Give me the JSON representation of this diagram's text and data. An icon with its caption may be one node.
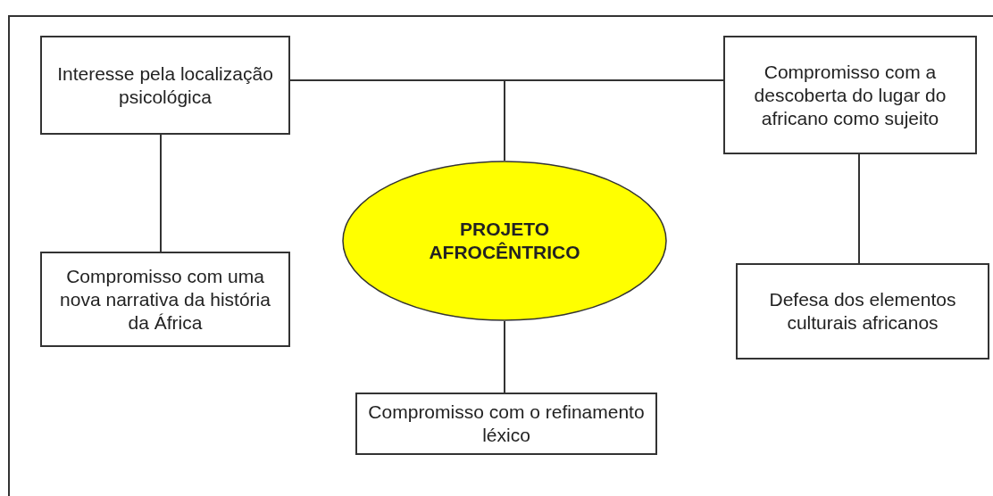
{
  "diagram": {
    "nodes": [
      {
        "text": [
          "Interesse pela localização psicológica"
        ]
      },
      {
        "text": [
          "Compromisso com a descoberta do lugar do africano como sujeito"
        ]
      },
      {
        "text": [
          "PROJETO AFROCÊNTRICO"
        ]
      },
      {
        "text": [
          "Compromisso com uma nova narrativa da história da África"
        ]
      },
      {
        "text": [
          "Defesa dos elementos culturais africanos"
        ]
      },
      {
        "text": [
          "Compromisso com o refinamento léxico"
        ]
      }
    ],
    "edges": [
      {
        "from": 2,
        "to": 0,
        "arrow": "none"
      },
      {
        "from": 2,
        "to": 1,
        "arrow": "none"
      },
      {
        "from": 0,
        "to": 3,
        "arrow": "none"
      },
      {
        "from": 1,
        "to": 4,
        "arrow": "none"
      },
      {
        "from": 2,
        "to": 5,
        "arrow": "none"
      }
    ]
  }
}
